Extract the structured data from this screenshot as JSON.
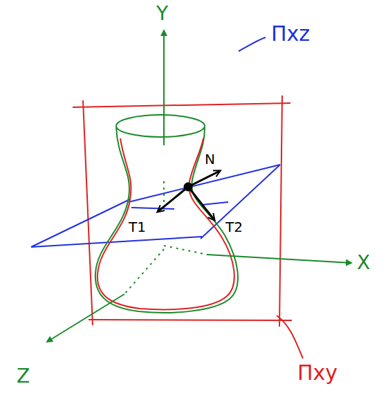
{
  "diagram": {
    "labels": [
      "Y",
      "X",
      "Z",
      "N",
      "T1",
      "T2",
      "Πxz",
      "Πxy"
    ]
  }
}
